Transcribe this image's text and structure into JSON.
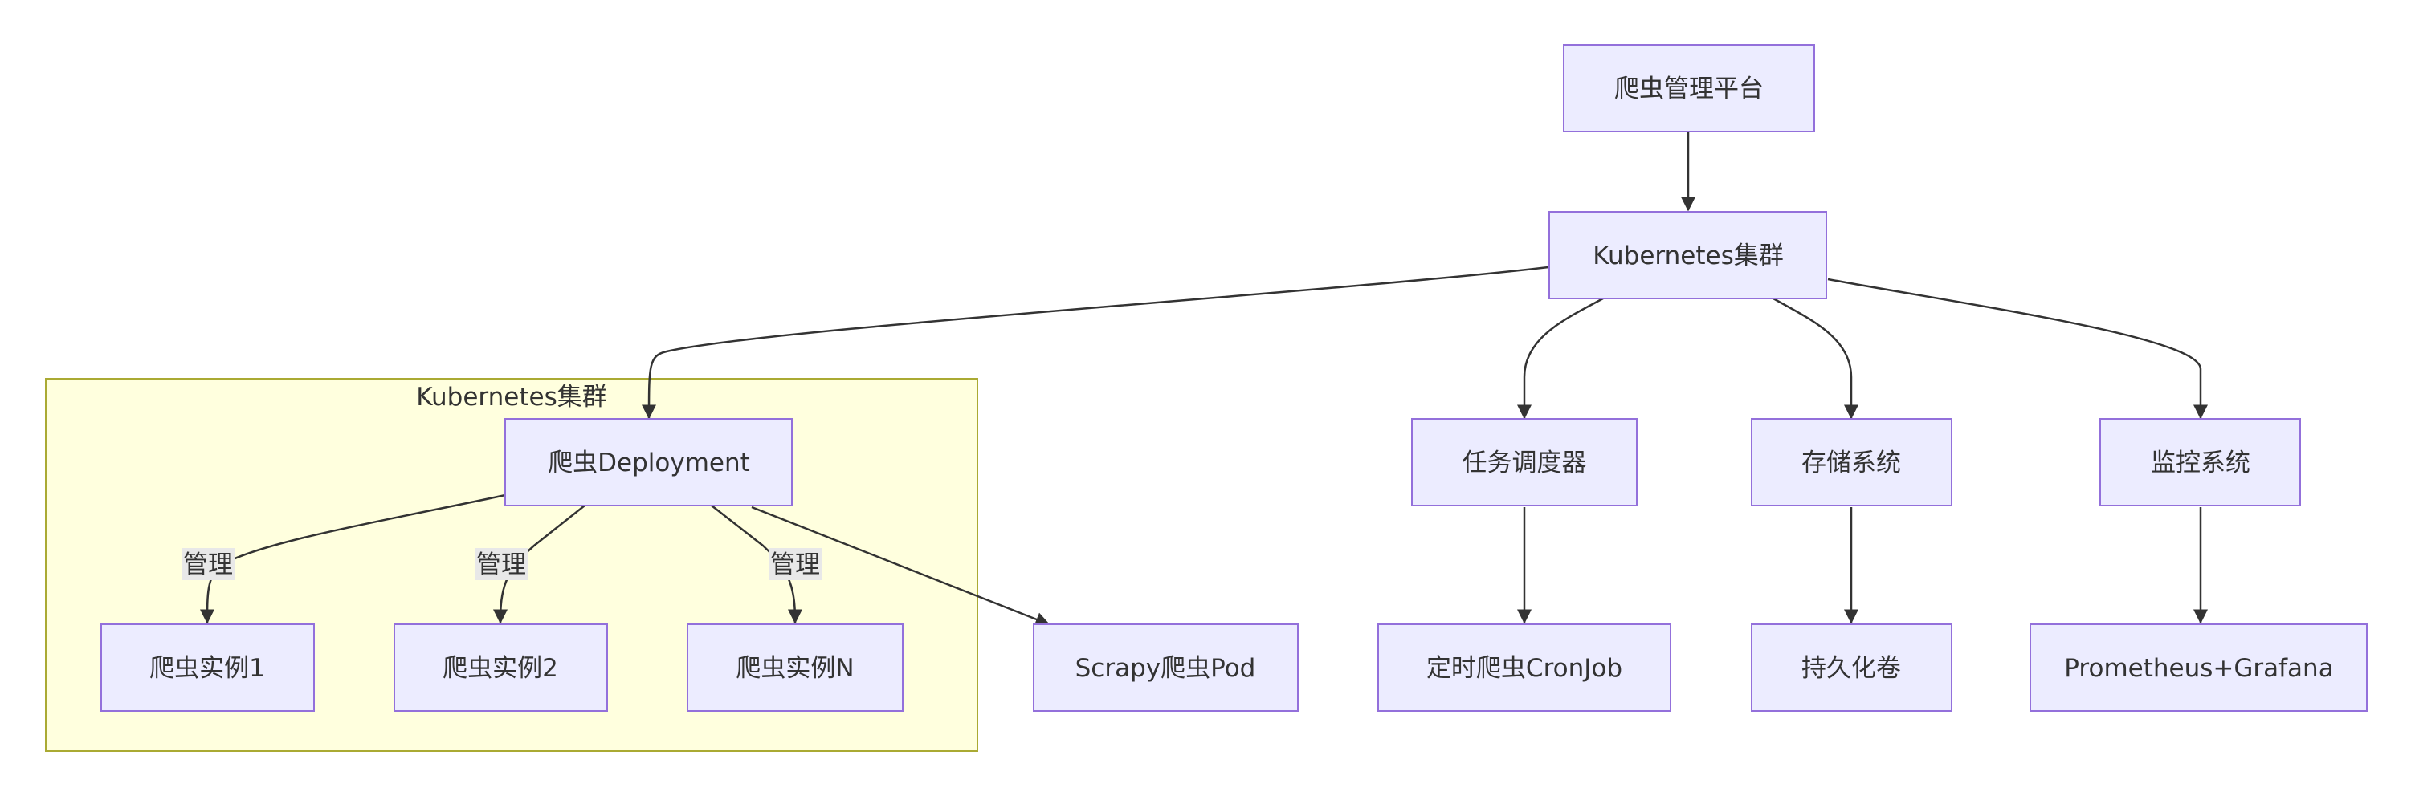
{
  "diagram": {
    "type": "flowchart",
    "cluster": {
      "label": "Kubernetes集群"
    },
    "nodes": {
      "platform": "爬虫管理平台",
      "k8s": "Kubernetes集群",
      "deployment": "爬虫Deployment",
      "scheduler": "任务调度器",
      "storage": "存储系统",
      "monitoring": "监控系统",
      "instance1": "爬虫实例1",
      "instance2": "爬虫实例2",
      "instanceN": "爬虫实例N",
      "scrapy_pod": "Scrapy爬虫Pod",
      "cronjob": "定时爬虫CronJob",
      "volume": "持久化卷",
      "prometheus": "Prometheus+Grafana"
    },
    "edges": [
      {
        "from": "platform",
        "to": "k8s"
      },
      {
        "from": "k8s",
        "to": "deployment"
      },
      {
        "from": "k8s",
        "to": "scheduler"
      },
      {
        "from": "k8s",
        "to": "storage"
      },
      {
        "from": "k8s",
        "to": "monitoring"
      },
      {
        "from": "deployment",
        "to": "instance1",
        "label": "管理"
      },
      {
        "from": "deployment",
        "to": "instance2",
        "label": "管理"
      },
      {
        "from": "deployment",
        "to": "instanceN",
        "label": "管理"
      },
      {
        "from": "deployment",
        "to": "scrapy_pod"
      },
      {
        "from": "scheduler",
        "to": "cronjob"
      },
      {
        "from": "storage",
        "to": "volume"
      },
      {
        "from": "monitoring",
        "to": "prometheus"
      }
    ]
  },
  "colors": {
    "node_fill": "#ECECFF",
    "node_stroke": "#9370DB",
    "cluster_fill": "#FFFFDE",
    "cluster_stroke": "#AAAA33",
    "edge": "#333333",
    "label_bg": "#E8E8E8"
  }
}
